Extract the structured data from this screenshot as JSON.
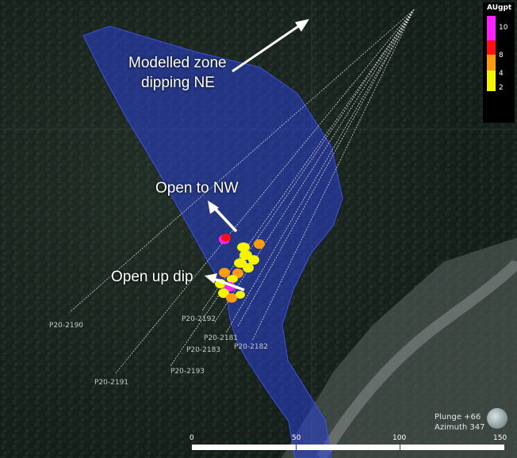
{
  "legend": {
    "title": "AUgpt",
    "entries": [
      {
        "value": "10",
        "color": "#ff20ff"
      },
      {
        "value": "8",
        "color": "#ff1010"
      },
      {
        "value": "4",
        "color": "#ff9b10"
      },
      {
        "value": "2",
        "color": "#f5f500"
      }
    ]
  },
  "annotations": {
    "zone_line1": "Modelled zone",
    "zone_line2": "dipping NE",
    "open_nw": "Open to NW",
    "open_up_dip": "Open up dip"
  },
  "drillholes": {
    "p2190": "P20-2190",
    "p2191": "P20-2191",
    "p2192": "P20-2192",
    "p2181": "P20-2181",
    "p2183": "P20-2183",
    "p2182": "P20-2182",
    "p2193": "P20-2193"
  },
  "view": {
    "plunge": "Plunge +66",
    "azimuth": "Azimuth 347"
  },
  "scale": {
    "t0": "0",
    "t50": "50",
    "t100": "100",
    "t150": "150"
  },
  "colors": {
    "zone_fill": "#2a3fd6",
    "trace": "#d7d7d7",
    "arrow": "#ffffff"
  }
}
